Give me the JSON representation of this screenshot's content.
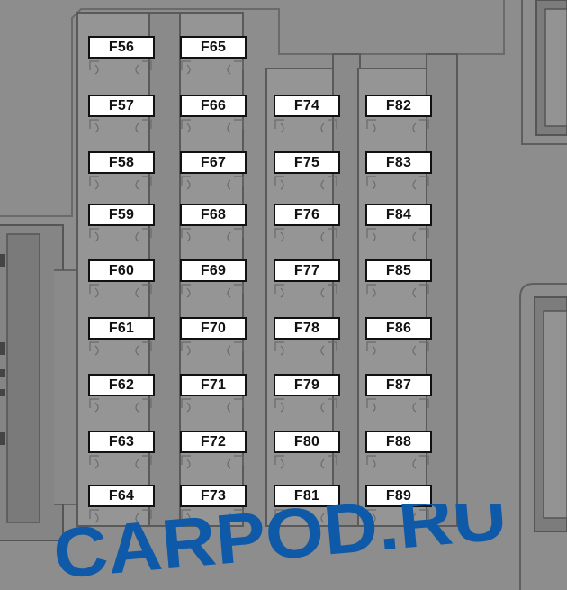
{
  "fuse_columns": [
    {
      "labels": [
        "F56",
        "F57",
        "F58",
        "F59",
        "F60",
        "F61",
        "F62",
        "F63",
        "F64"
      ]
    },
    {
      "labels": [
        "F65",
        "F66",
        "F67",
        "F68",
        "F69",
        "F70",
        "F71",
        "F72",
        "F73"
      ]
    },
    {
      "labels": [
        "F74",
        "F75",
        "F76",
        "F77",
        "F78",
        "F79",
        "F80",
        "F81"
      ]
    },
    {
      "labels": [
        "F82",
        "F83",
        "F84",
        "F85",
        "F86",
        "F87",
        "F88",
        "F89"
      ]
    }
  ],
  "watermark": {
    "text": "CARPOD.RU",
    "color": "#0f5aa8"
  },
  "colors": {
    "housing": "#8d8d8d",
    "outline": "#5e5e5e",
    "label_bg": "#ffffff",
    "label_border": "#111111"
  }
}
